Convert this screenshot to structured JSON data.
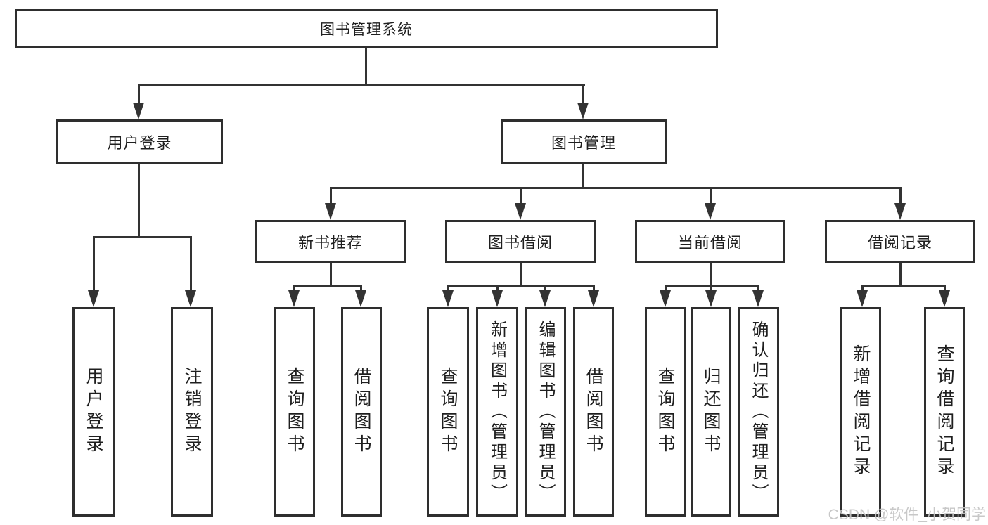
{
  "tree": {
    "label": "图书管理系统",
    "children": [
      {
        "label": "用户登录",
        "children": [
          {
            "label": "用户登录"
          },
          {
            "label": "注销登录"
          }
        ]
      },
      {
        "label": "图书管理",
        "children": [
          {
            "label": "新书推荐",
            "children": [
              {
                "label": "查询图书"
              },
              {
                "label": "借阅图书"
              }
            ]
          },
          {
            "label": "图书借阅",
            "children": [
              {
                "label": "查询图书"
              },
              {
                "label": "新增图书（管理员）"
              },
              {
                "label": "编辑图书（管理员）"
              },
              {
                "label": "借阅图书"
              }
            ]
          },
          {
            "label": "当前借阅",
            "children": [
              {
                "label": "查询图书"
              },
              {
                "label": "归还图书"
              },
              {
                "label": "确认归还（管理员）"
              }
            ]
          },
          {
            "label": "借阅记录",
            "children": [
              {
                "label": "新增借阅记录"
              },
              {
                "label": "查询借阅记录"
              }
            ]
          }
        ]
      }
    ]
  },
  "watermark": {
    "text": "CSDN @软件_小贺同学"
  },
  "colors": {
    "line": "#333333",
    "box_border": "#2e2e2e",
    "text": "#1f1f1f",
    "watermark": "#c3c3c3",
    "background": "#ffffff"
  }
}
